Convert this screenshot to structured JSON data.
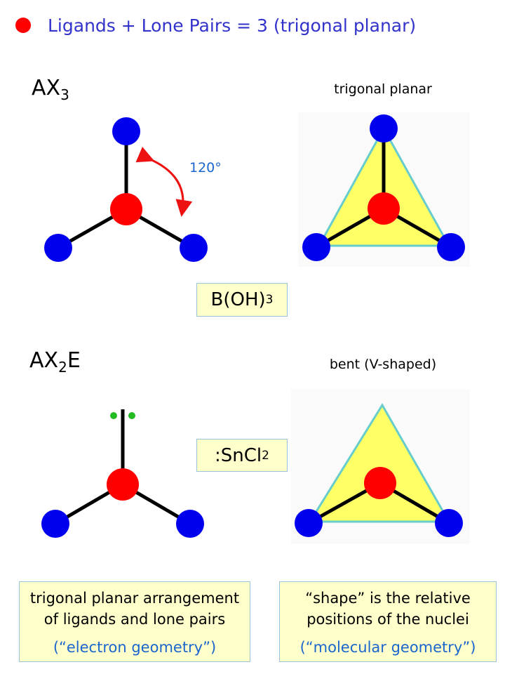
{
  "header": {
    "title": "Ligands + Lone Pairs = 3 (trigonal planar)"
  },
  "top": {
    "label_main": "AX",
    "label_sub": "3",
    "angle": "120°",
    "shape_caption": "trigonal planar",
    "example_main": "B(OH)",
    "example_sub": "3"
  },
  "bottom": {
    "label_main": "AX",
    "label_sub": "2",
    "label_tail": "E",
    "shape_caption": "bent (V-shaped)",
    "example_main": ":SnCl",
    "example_sub": "2"
  },
  "notes": [
    {
      "line1": "trigonal planar arrangement",
      "line2": "of ligands and lone pairs",
      "term": "(“electron geometry”)"
    },
    {
      "line1": "“shape” is the relative",
      "line2": "positions of the nuclei",
      "term": "(“molecular geometry”)"
    }
  ],
  "colors": {
    "ligand": "#0000ee",
    "central": "#ff0000",
    "lone_pair": "#22bb22",
    "plane": "#ffff66",
    "title": "#3333cc",
    "term": "#1a66cc"
  }
}
